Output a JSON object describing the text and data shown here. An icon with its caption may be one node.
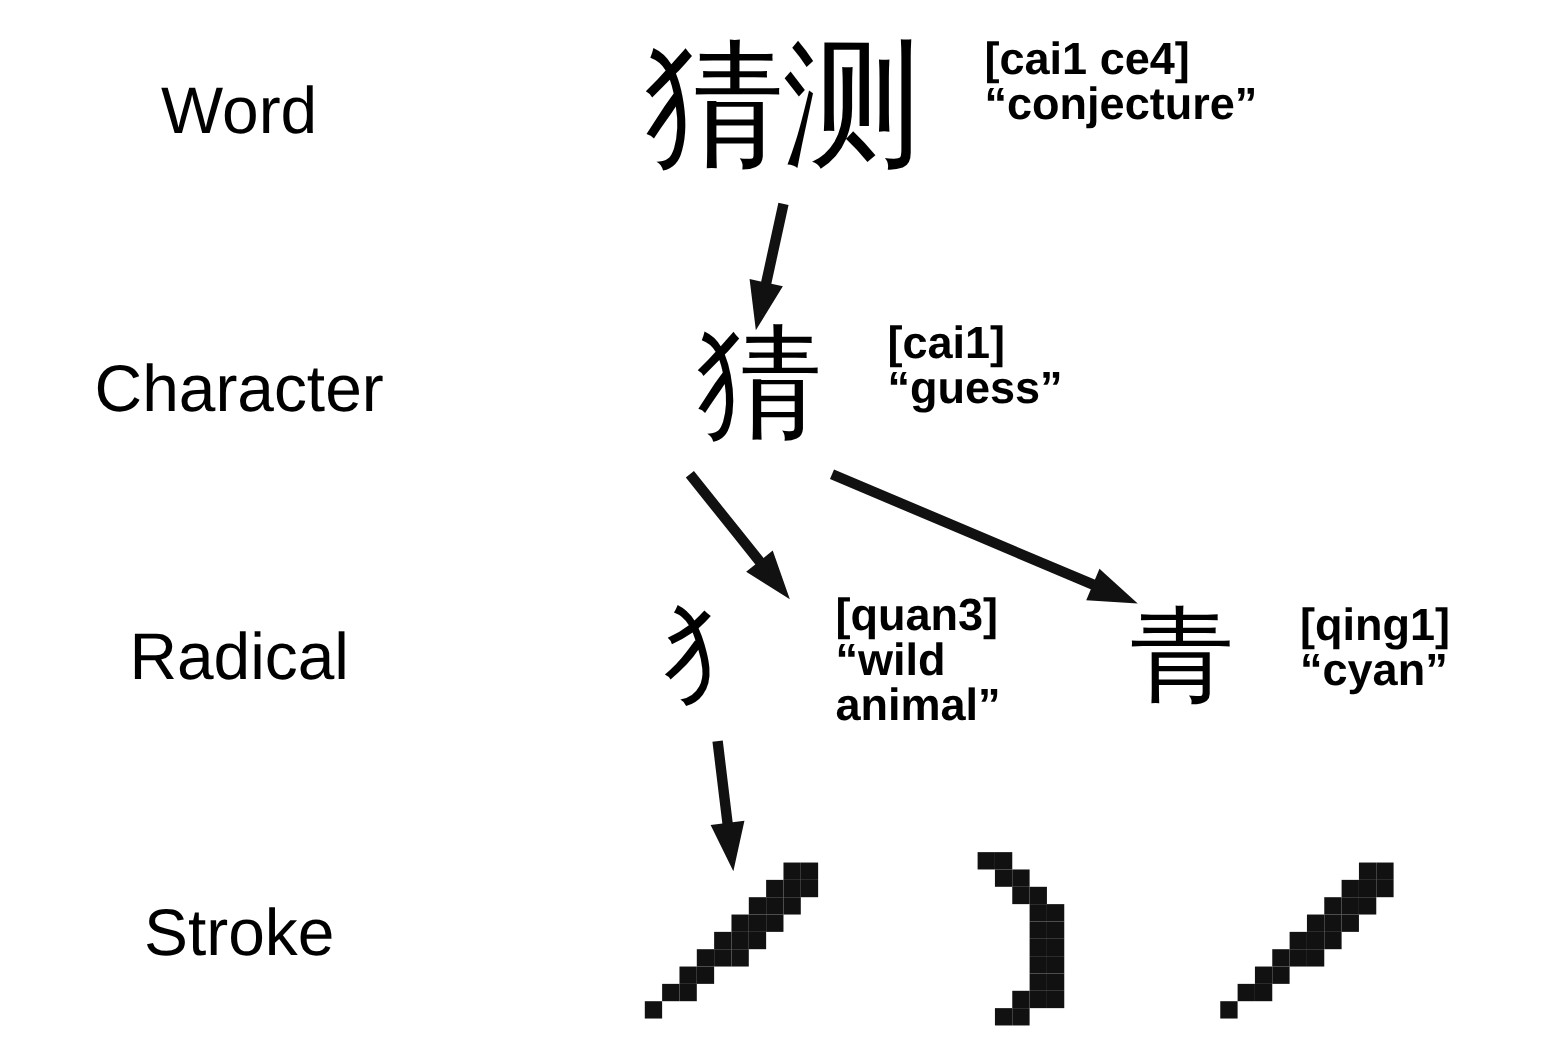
{
  "diagram": {
    "nodes": [
      {
        "text": [
          "猜测"
        ],
        "beside": [
          "[cai1 ce4] “conjecture”"
        ]
      },
      {
        "text": [
          "猜"
        ],
        "beside": [
          "[cai1] “guess”"
        ]
      },
      {
        "text": [
          "犭"
        ],
        "beside": [
          "[quan3] “wild animal”"
        ]
      },
      {
        "text": [
          "青"
        ],
        "beside": [
          "[qing1] “cyan”"
        ]
      },
      {
        "text": [],
        "shape": "picture"
      },
      {
        "text": [],
        "shape": "picture"
      },
      {
        "text": [],
        "shape": "picture"
      }
    ],
    "edges": [
      {
        "from": 0,
        "to": 1,
        "arrow": "to"
      },
      {
        "from": 1,
        "to": 2,
        "arrow": "to"
      },
      {
        "from": 1,
        "to": 3,
        "arrow": "to"
      },
      {
        "from": 2,
        "to": 4,
        "arrow": "to"
      }
    ],
    "labels": [
      "Word",
      "Character",
      "Radical",
      "Stroke"
    ]
  }
}
